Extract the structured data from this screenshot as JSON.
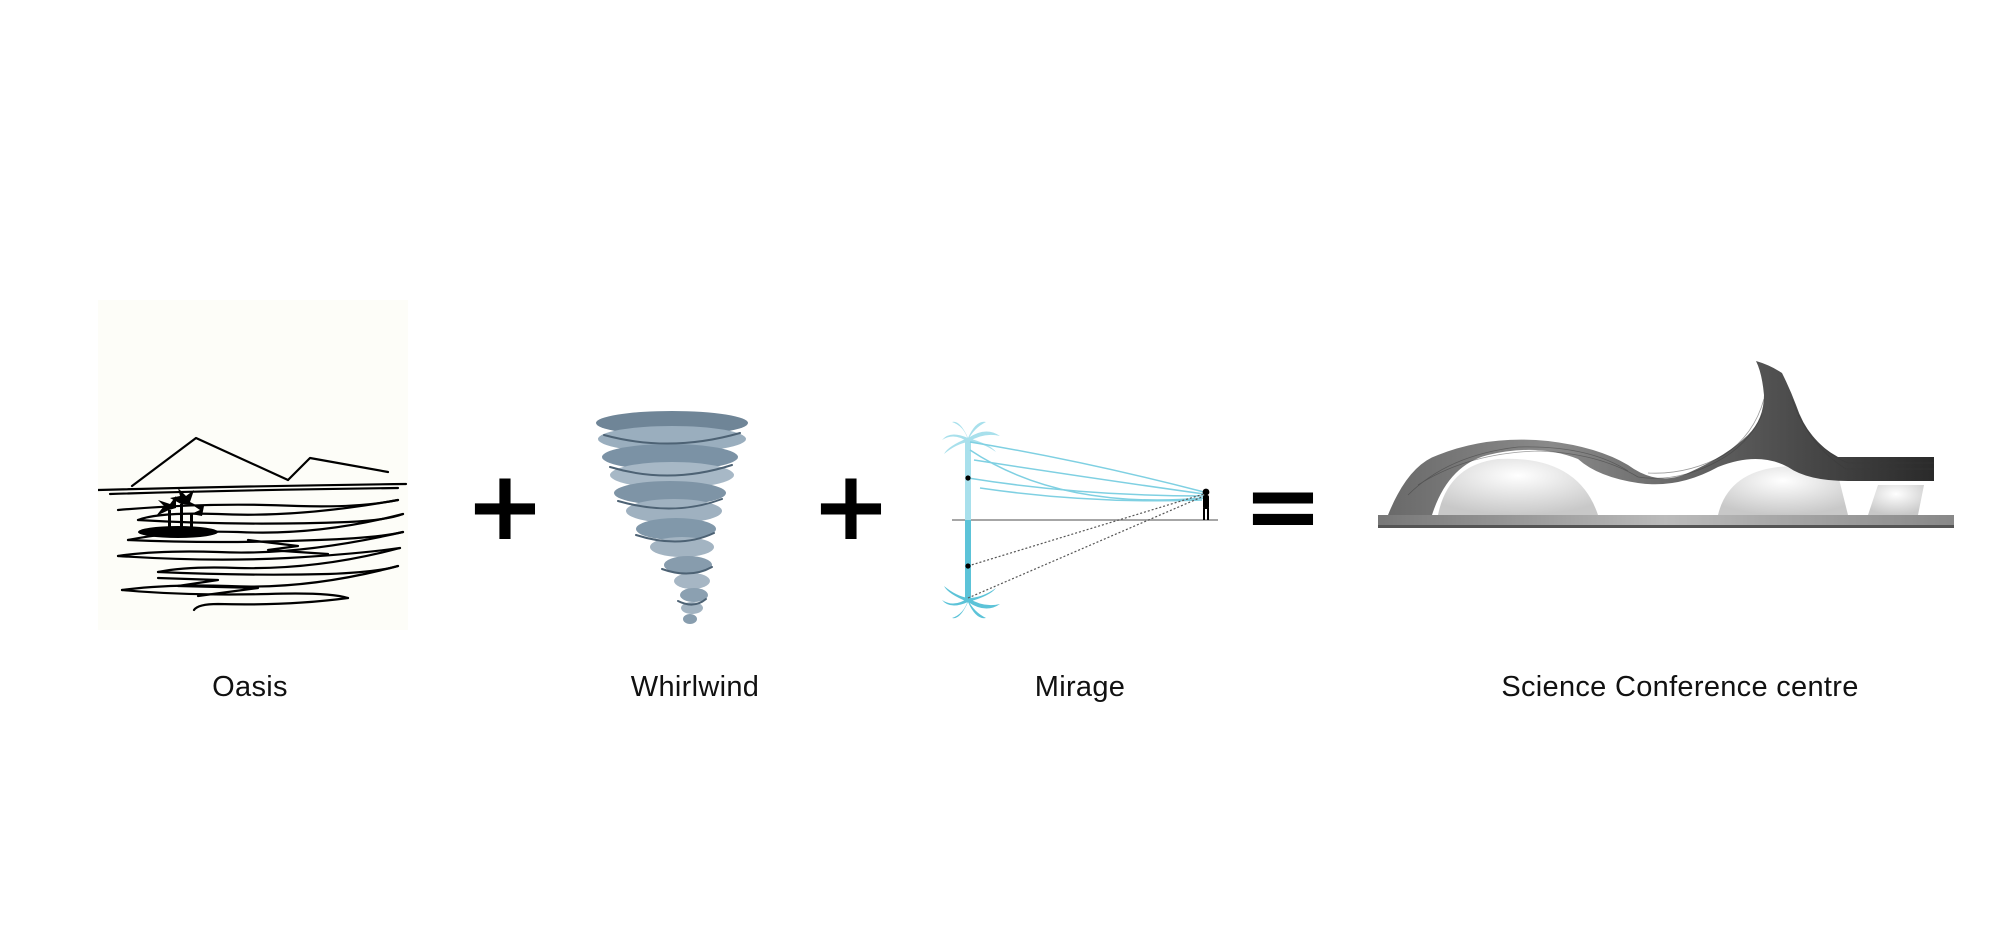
{
  "captions": {
    "oasis": "Oasis",
    "whirlwind": "Whirlwind",
    "mirage": "Mirage",
    "result": "Science Conference centre"
  },
  "operators": {
    "plus_1": "+",
    "plus_2": "+",
    "equals": "="
  },
  "colors": {
    "ink": "#000000",
    "paper": "#fdfdf9",
    "tornado": "#8fa3b5",
    "mirage_blue": "#5cc3d8",
    "mirage_light": "#a8e0ec",
    "building_dark": "#333333"
  }
}
